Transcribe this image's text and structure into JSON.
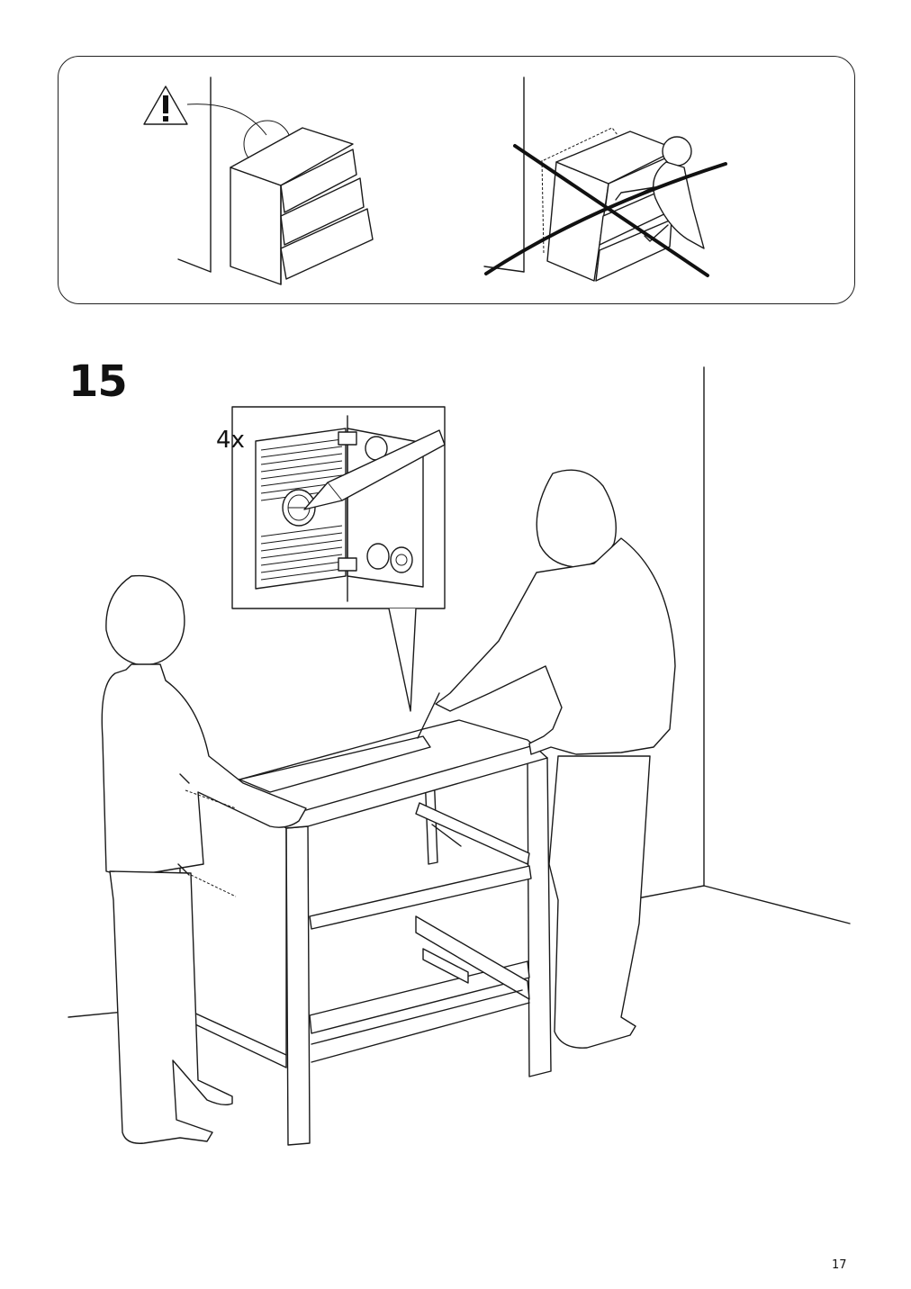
{
  "step": {
    "number": "15"
  },
  "detail": {
    "quantity": "4x"
  },
  "page": {
    "number": "17"
  },
  "icons": {
    "warning": "warning-triangle-icon",
    "correct": "anchored-chest-icon",
    "incorrect": "child-climbing-crossed-icon"
  }
}
